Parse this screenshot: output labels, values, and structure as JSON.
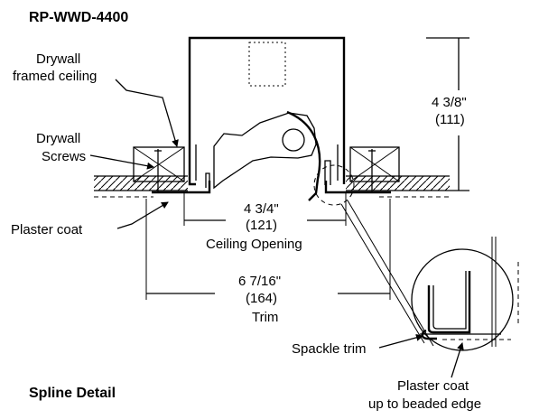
{
  "title": "RP-WWD-4400",
  "labels": {
    "drywall_framed_ceiling_1": "Drywall",
    "drywall_framed_ceiling_2": "framed ceiling",
    "drywall_screws_1": "Drywall",
    "drywall_screws_2": "Screws",
    "plaster_coat": "Plaster coat",
    "spackle_trim": "Spackle trim",
    "plaster_coat_edge_1": "Plaster coat",
    "plaster_coat_edge_2": "up to beaded edge",
    "spline_detail": "Spline Detail"
  },
  "dimensions": {
    "height_in": "4 3/8\"",
    "height_mm": "(111)",
    "opening_in": "4 3/4\"",
    "opening_mm": "(121)",
    "opening_label": "Ceiling Opening",
    "trim_in": "6 7/16\"",
    "trim_mm": "(164)",
    "trim_label": "Trim"
  }
}
